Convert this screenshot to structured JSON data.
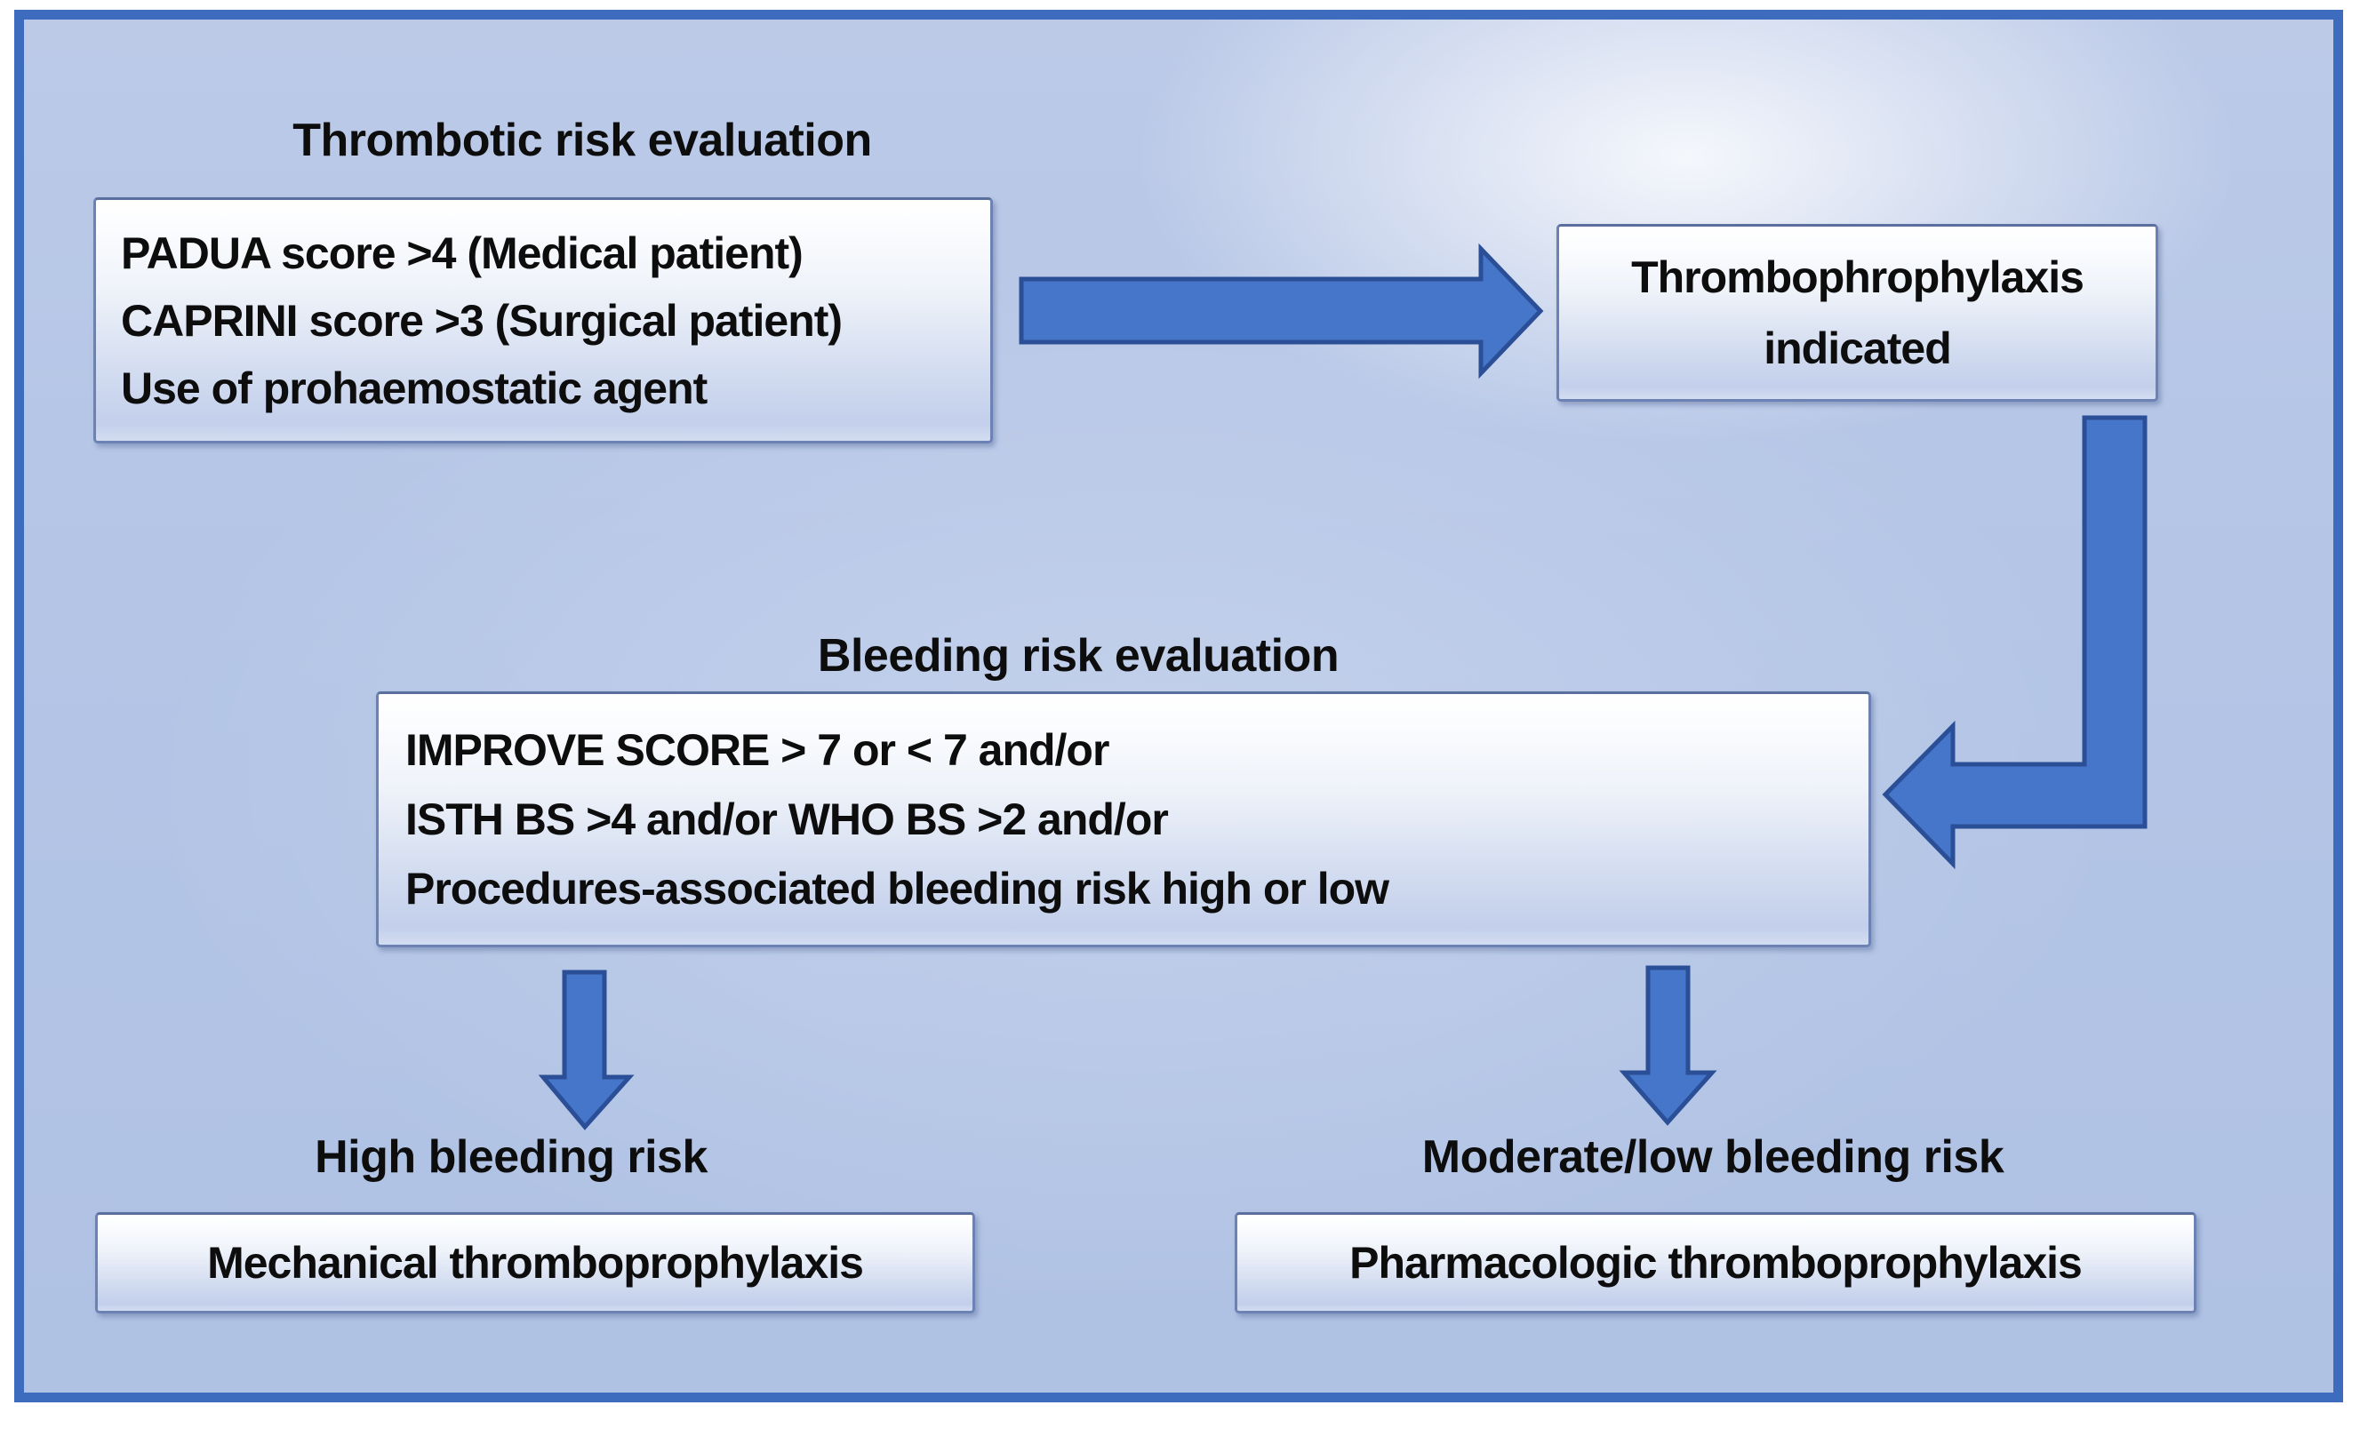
{
  "diagram": {
    "thrombotic_section": {
      "title": "Thrombotic risk evaluation",
      "criteria": [
        "PADUA score >4 (Medical patient)",
        "CAPRINI score >3 (Surgical patient)",
        "Use of prohaemostatic agent"
      ]
    },
    "prophylaxis_node": {
      "line1": "Thrombophrophylaxis",
      "line2": "indicated"
    },
    "bleeding_section": {
      "title": "Bleeding risk evaluation",
      "criteria": [
        "IMPROVE SCORE > 7 or < 7 and/or",
        "ISTH BS >4 and/or WHO BS >2 and/or",
        "Procedures-associated bleeding risk high or low"
      ]
    },
    "outcomes": [
      {
        "label": "High bleeding risk",
        "treatment": "Mechanical thromboprophylaxis"
      },
      {
        "label": "Moderate/low bleeding risk",
        "treatment": "Pharmacologic thromboprophylaxis"
      }
    ],
    "arrows": [
      "flow-arrow-right",
      "flow-arrow-elbow-down-left",
      "flow-arrow-down-left-branch",
      "flow-arrow-down-right-branch"
    ],
    "colors": {
      "frame_border": "#3d6bbe",
      "background": "#b4c5e6",
      "arrow_fill": "#4676ca",
      "arrow_stroke": "#2a4f97",
      "node_border": "#6d82b4",
      "text": "#0d0d0d"
    }
  }
}
